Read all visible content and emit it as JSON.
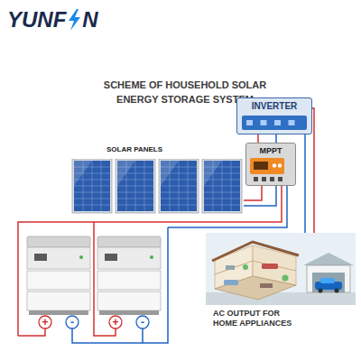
{
  "diagram": {
    "title": "SCHEME OF HOUSEHOLD SOLAR ENERGY STORAGE SYSTEM",
    "nodes": [
      {
        "text": [
          "SOLAR PANELS"
        ]
      },
      {
        "text": [
          "INVERTER"
        ]
      },
      {
        "text": [
          "MPPT"
        ]
      },
      {
        "text": [
          "AC OUTPUT FOR HOME APPLIANCES"
        ]
      }
    ],
    "edges": [
      {
        "from": 0,
        "to": 2,
        "arrow": "none"
      },
      {
        "from": 2,
        "to": 1,
        "arrow": "none"
      },
      {
        "from": 1,
        "to": 3,
        "arrow": "none"
      }
    ],
    "labels": [
      "YUNF",
      "N",
      "+",
      "-",
      "+",
      "-"
    ]
  }
}
